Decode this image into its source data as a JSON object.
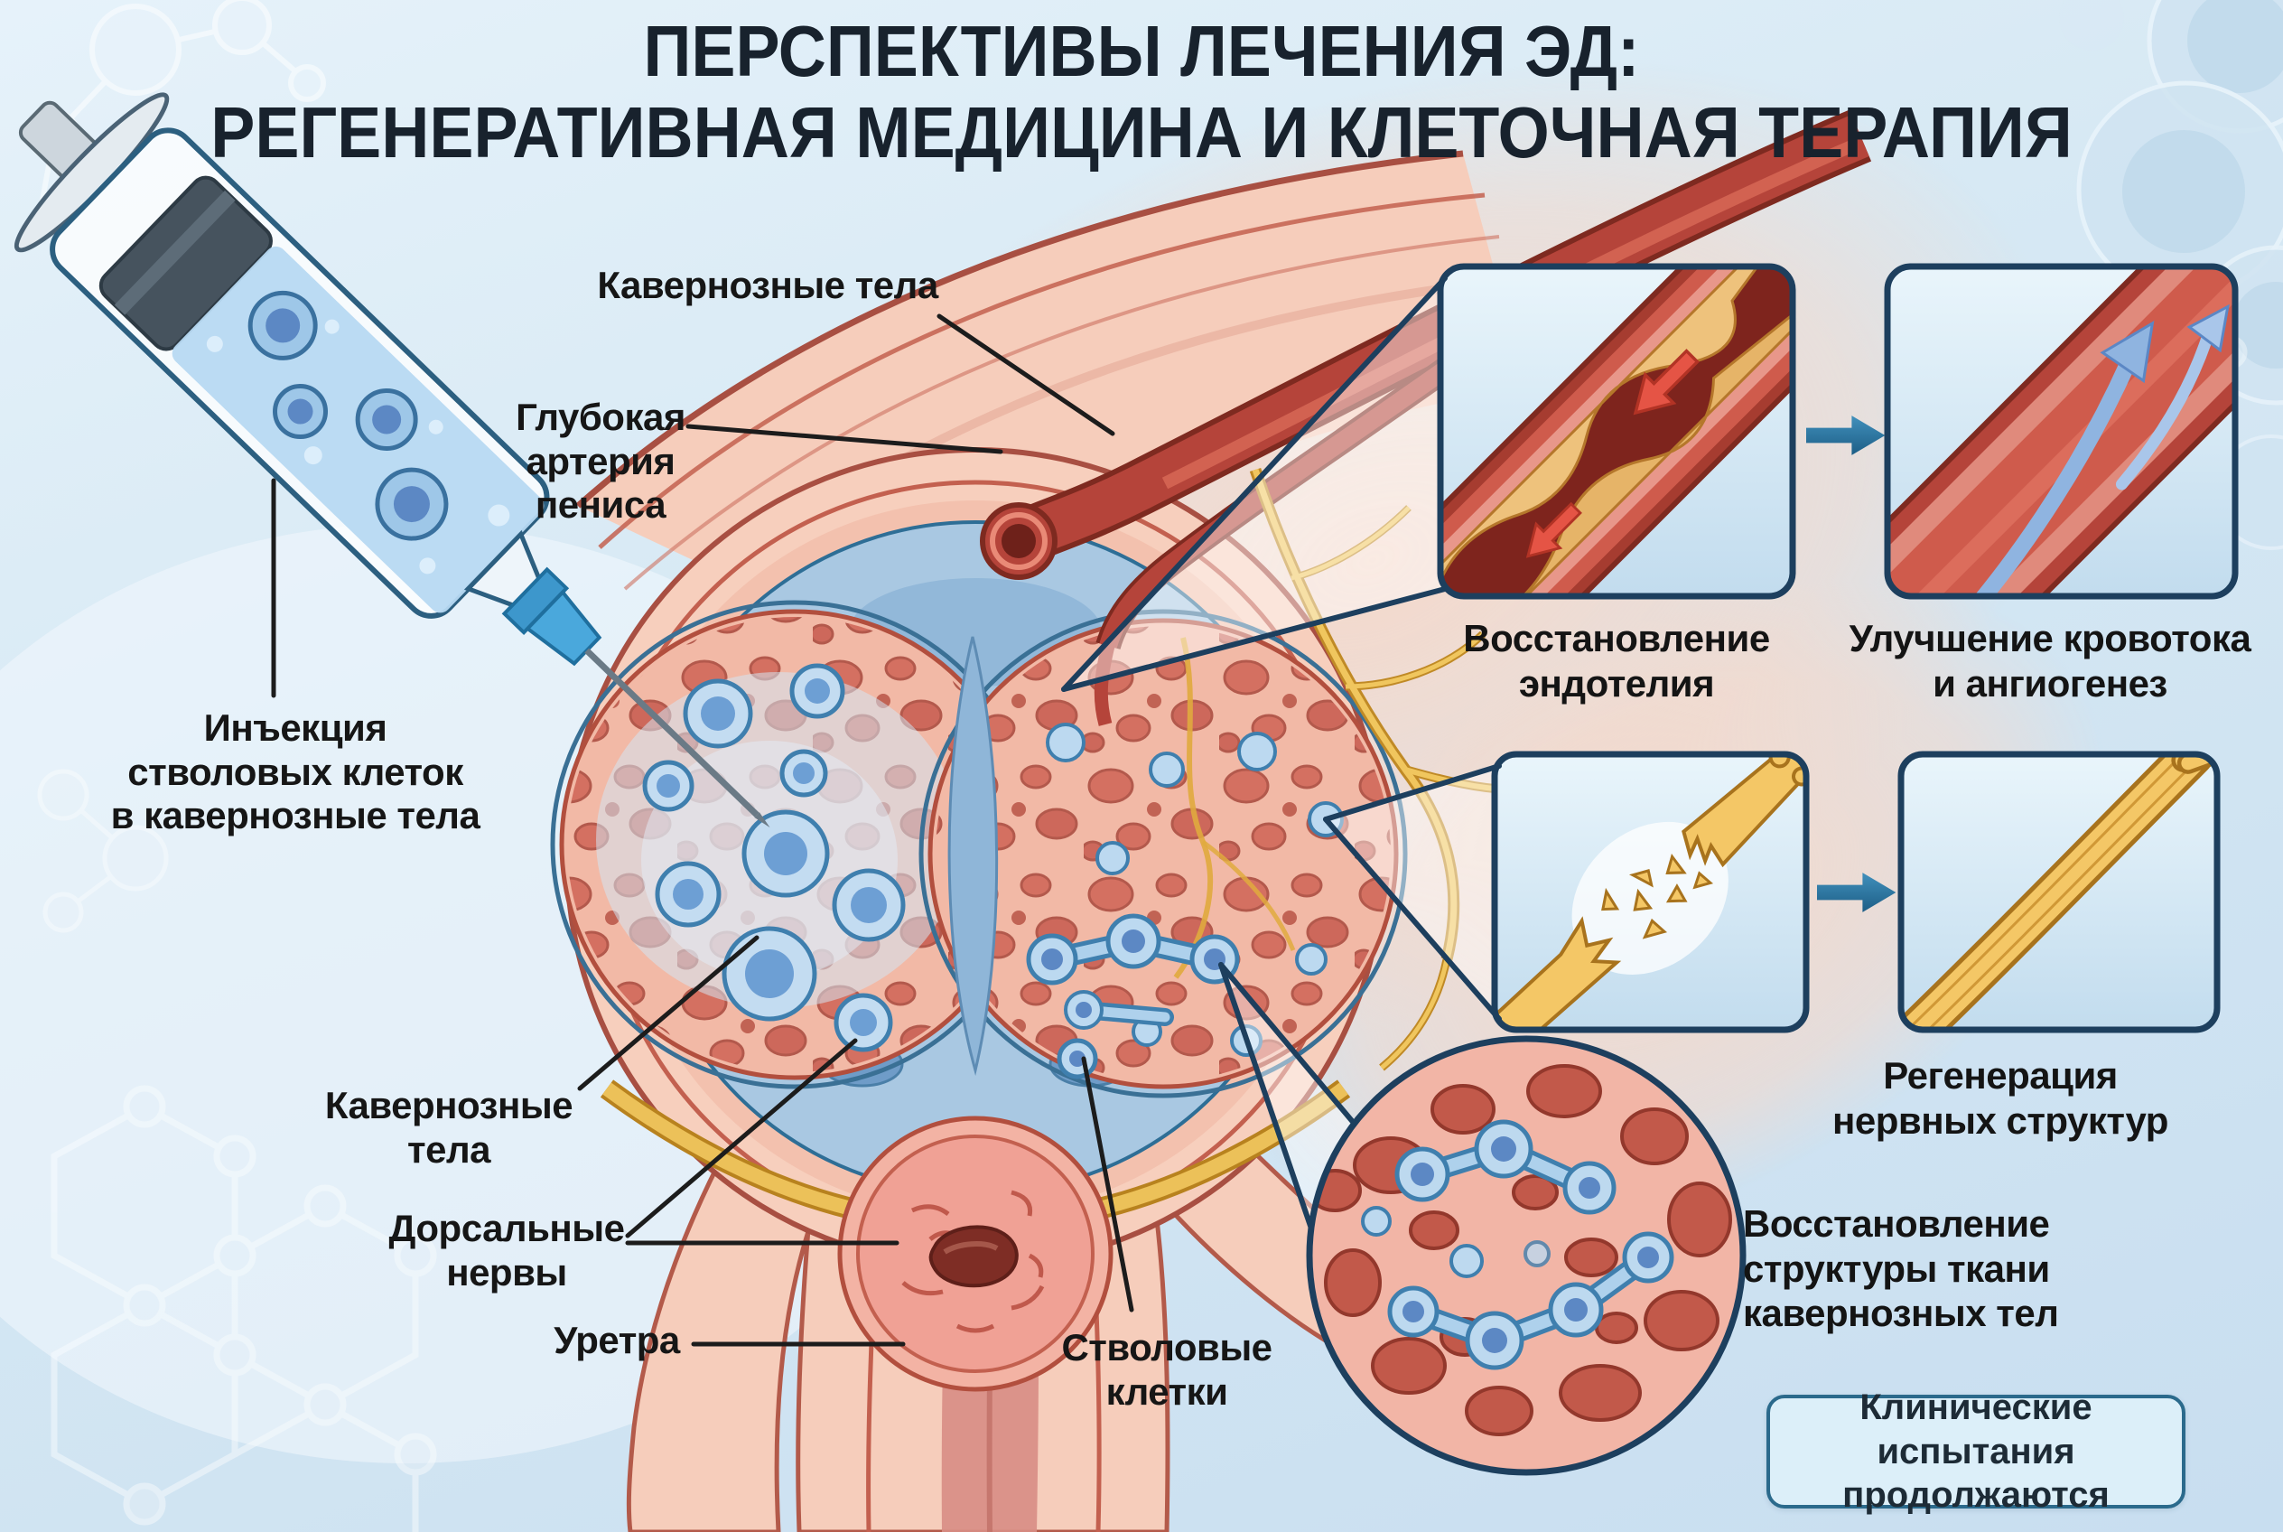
{
  "title": {
    "line1": "ПЕРСПЕКТИВЫ ЛЕЧЕНИЯ ЭД:",
    "line2": "РЕГЕНЕРАТИВНАЯ МЕДИЦИНА И КЛЕТОЧНАЯ ТЕРАПИЯ"
  },
  "labels": {
    "cavernous_top": "Кавернозные тела",
    "deep_artery": "Глубокая\nартерия\nпениса",
    "injection": "Инъекция\nстволовых клеток\nв кавернозные тела",
    "cavernous_bottom": "Кавернозные\nтела",
    "dorsal_nerves": "Дорсальные\nнервы",
    "urethra": "Уретра",
    "stem_cells": "Стволовые\nклетки"
  },
  "panels": {
    "endothelium_caption": "Восстановление\nэндотелия",
    "bloodflow_caption": "Улучшение кровотока\nи ангиогенез",
    "nerve_regen_caption": "Регенерация\nнервных структур",
    "tissue_caption": "Восстановление\nструктуры ткани\nкавернозных тел"
  },
  "footer": {
    "clinical_trials": "Клинические испытания\nпродолжаются"
  },
  "colors": {
    "background": "#d7e9f4",
    "title_text": "#18222d",
    "label_text": "#161616",
    "panel_border": "#1d3f5e",
    "leader_line": "#1c1c1c",
    "artery_red": "#b5443a",
    "plaque_yellow": "#eec27c",
    "nerve_yellow": "#f4c766",
    "stem_cell_blue": "#aed1ec",
    "transition_arrow": "#2a6f9b",
    "clinical_box_border": "#2b6a8c"
  }
}
